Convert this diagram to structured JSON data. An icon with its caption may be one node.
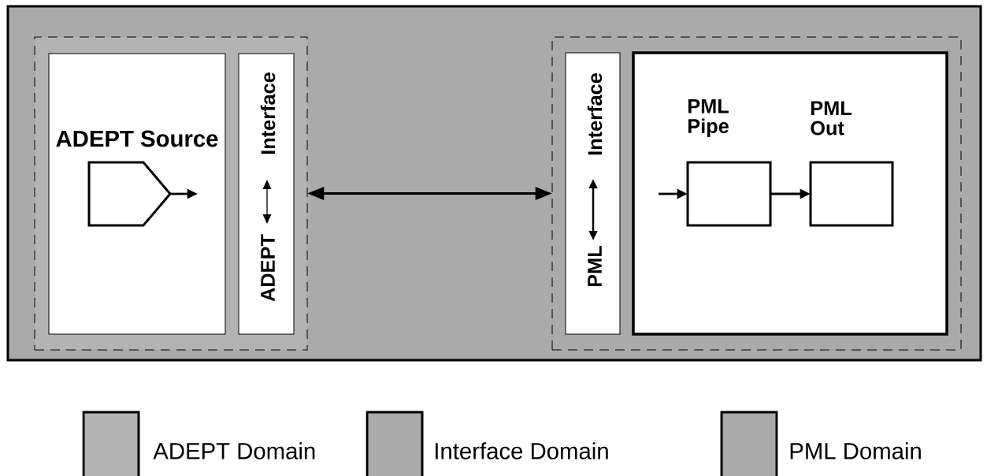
{
  "diagram": {
    "nodes": [
      {
        "text": [],
        "shape": "box"
      },
      {
        "text": [],
        "shape": "box",
        "in": 0
      },
      {
        "text": [
          "ADEPT Source"
        ],
        "in": 1
      },
      {
        "text": [],
        "shape": "pentagon",
        "in": 2
      },
      {
        "text": [
          "Interface",
          "ADEPT"
        ],
        "in": 1
      },
      {
        "text": [],
        "shape": "box",
        "in": 0
      },
      {
        "text": [
          "Interface",
          "PML"
        ],
        "in": 5
      },
      {
        "text": [],
        "shape": "box",
        "in": 5
      },
      {
        "text": [
          "PML Pipe"
        ],
        "in": 7
      },
      {
        "text": [
          "PML Out"
        ],
        "in": 7
      }
    ],
    "edges": [
      {
        "from": 3,
        "to": null,
        "arrow": "to"
      },
      {
        "from": 1,
        "to": 5,
        "arrow": "both"
      },
      {
        "from": null,
        "to": 8,
        "arrow": "to"
      },
      {
        "from": 8,
        "to": 9,
        "arrow": "to"
      }
    ],
    "legend": [
      {
        "text": "ADEPT Domain",
        "color": "#b3b3b3"
      },
      {
        "text": "Interface Domain",
        "color": "#aaaaaa"
      },
      {
        "text": "PML Domain",
        "color": "#aaaaaa"
      }
    ]
  }
}
